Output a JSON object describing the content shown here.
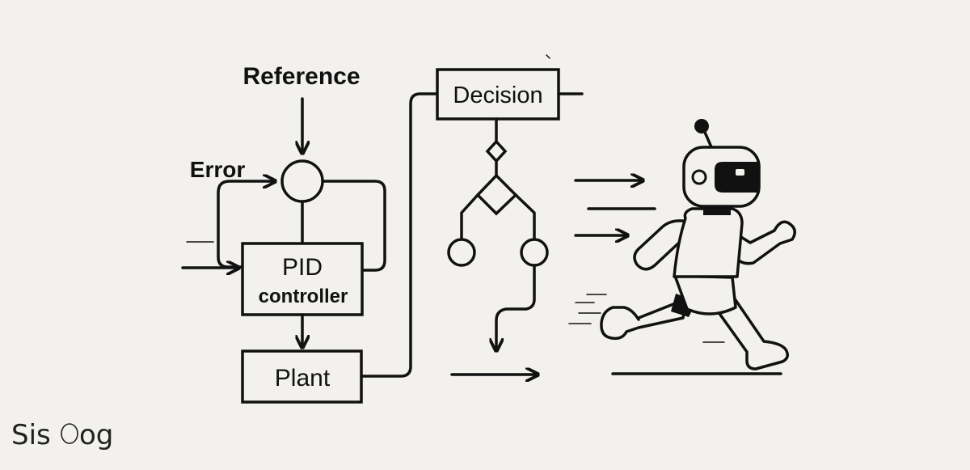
{
  "diagram": {
    "reference_label": "Reference",
    "error_label": "Error",
    "pid_line1": "PID",
    "pid_line2": "controller",
    "plant_label": "Plant",
    "decision_label": "Decision"
  },
  "watermark": {
    "text_left": "Sis",
    "text_right": "og"
  },
  "colors": {
    "background": "#f2f1ee",
    "ink": "#111111"
  }
}
